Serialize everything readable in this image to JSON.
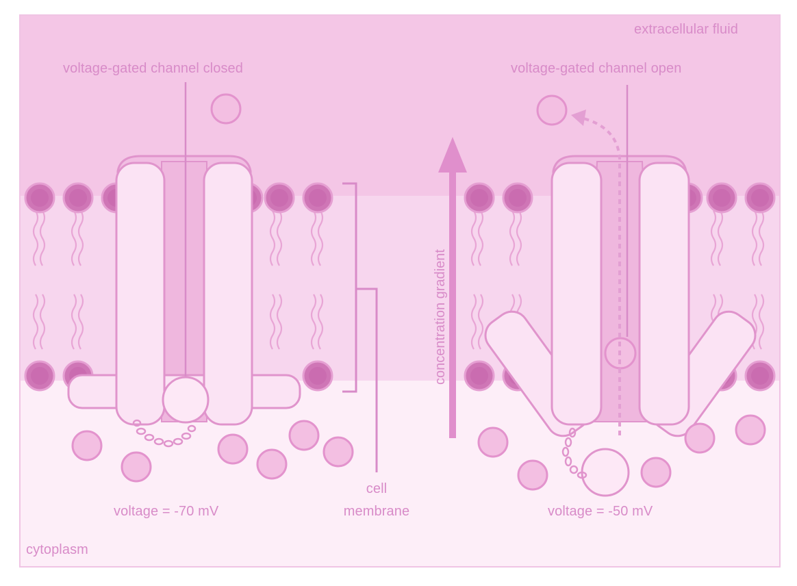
{
  "labels": {
    "extracellular": "extracellular fluid",
    "cytoplasm": "cytoplasm",
    "closed_title": "voltage-gated channel closed",
    "open_title": "voltage-gated channel open",
    "voltage_closed": "voltage = -70 mV",
    "voltage_open": "voltage = -50 mV",
    "membrane_line1": "cell",
    "membrane_line2": "membrane",
    "gradient": "concentration gradient"
  },
  "colors": {
    "extracellular_bg": "#f4c6e6",
    "membrane_bg": "#f7d6ee",
    "cytoplasm_bg": "#fdeef8",
    "accent": "#d88bc8",
    "phospholipid_head": "#cf76b6",
    "protein_fill": "#fbe3f4",
    "channel_core": "#efb7de"
  }
}
